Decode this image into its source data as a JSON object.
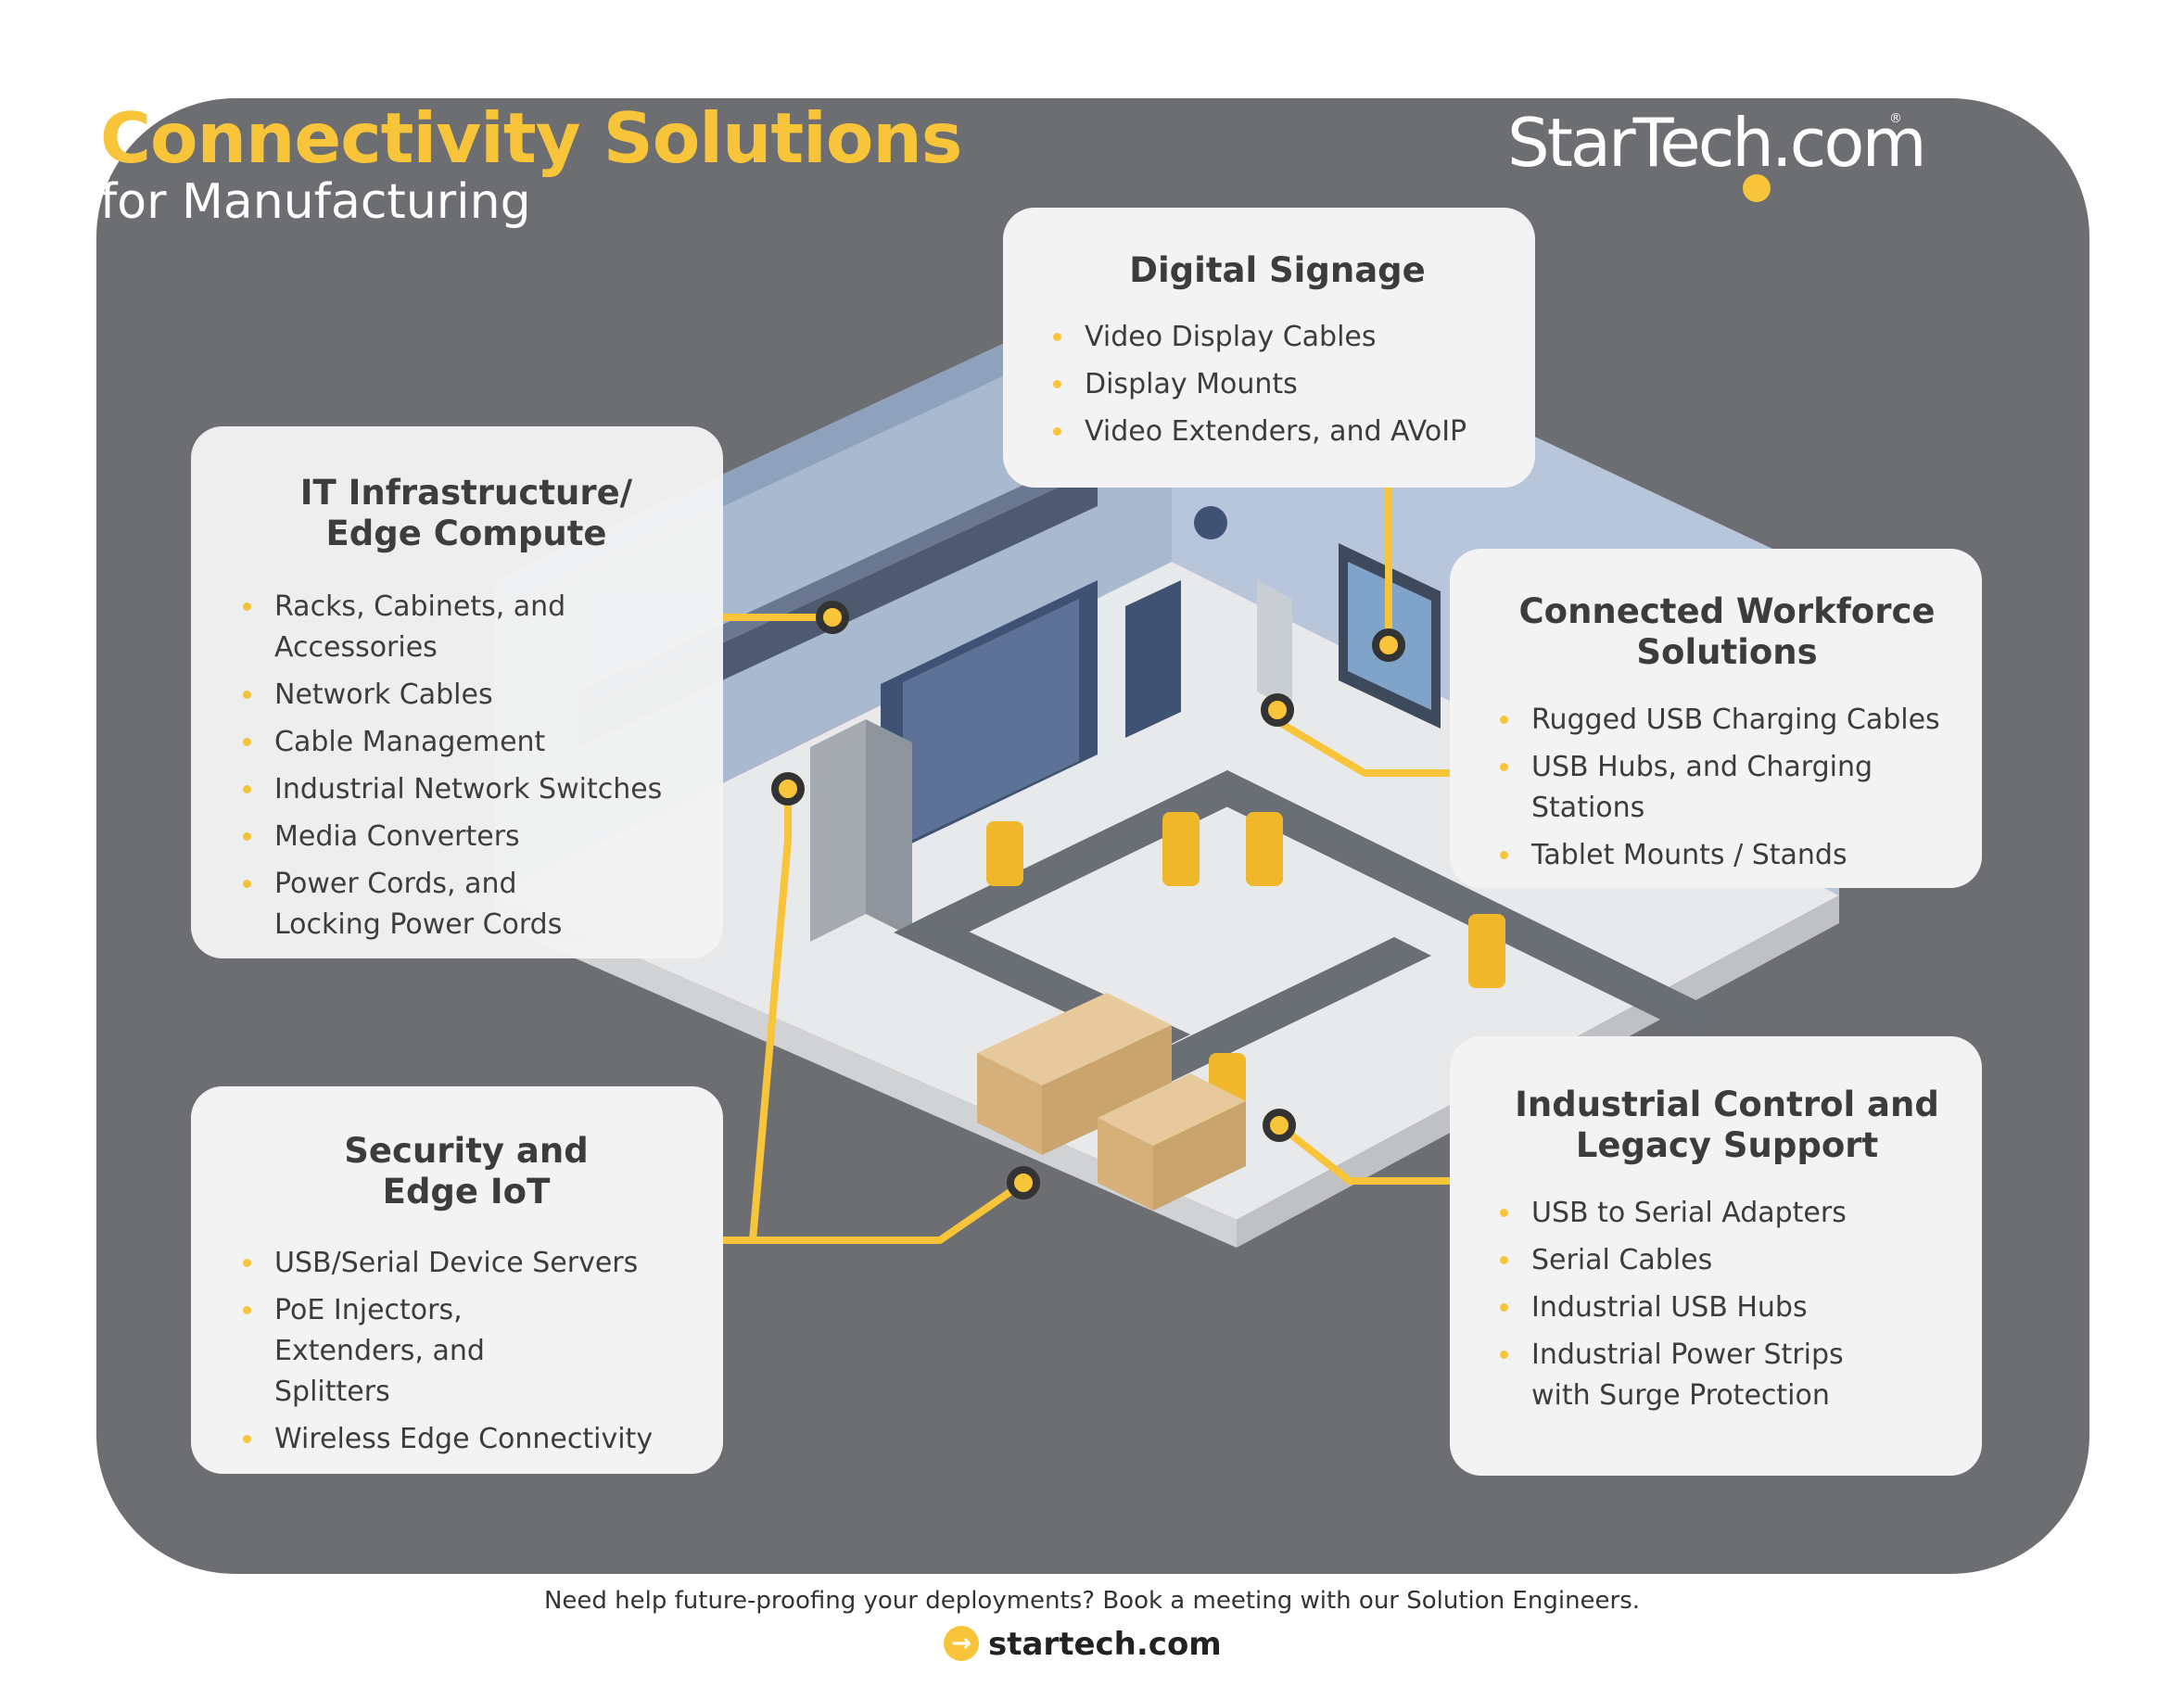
{
  "header": {
    "title": "Connectivity Solutions",
    "subtitle": "for Manufacturing"
  },
  "logo": {
    "text": "StarTech.com",
    "registered": "®"
  },
  "cards": {
    "it": {
      "title_line1": "IT Infrastructure/",
      "title_line2": "Edge Compute",
      "items": [
        "Racks, Cabinets, and Accessories",
        "Network Cables",
        "Cable Management",
        "Industrial Network Switches",
        "Media Converters",
        "Power Cords, and Locking Power Cords"
      ]
    },
    "signage": {
      "title": "Digital Signage",
      "items": [
        "Video Display Cables",
        "Display Mounts",
        "Video Extenders, and AVoIP"
      ]
    },
    "workforce": {
      "title_line1": "Connected Workforce",
      "title_line2": "Solutions",
      "items": [
        "Rugged USB Charging Cables",
        "USB Hubs, and Charging Stations",
        "Tablet Mounts / Stands"
      ]
    },
    "industrial": {
      "title_line1": "Industrial Control and",
      "title_line2": "Legacy Support",
      "items": [
        "USB to Serial Adapters",
        "Serial Cables",
        "Industrial USB Hubs",
        "Industrial Power Strips with Surge Protection"
      ]
    },
    "security": {
      "title_line1": "Security and",
      "title_line2": "Edge IoT",
      "items": [
        "USB/Serial Device Servers",
        "PoE Injectors, Extenders, and Splitters",
        "Wireless Edge Connectivity"
      ]
    }
  },
  "footer": {
    "text": "Need help future-proofing your deployments? Book a meeting with our Solution Engineers.",
    "link": "startech.com",
    "arrow": "→"
  },
  "colors": {
    "panel": "#6d6e71",
    "accent": "#f8c53a",
    "card": "#f3f3f3",
    "text": "#3c3c3c"
  }
}
